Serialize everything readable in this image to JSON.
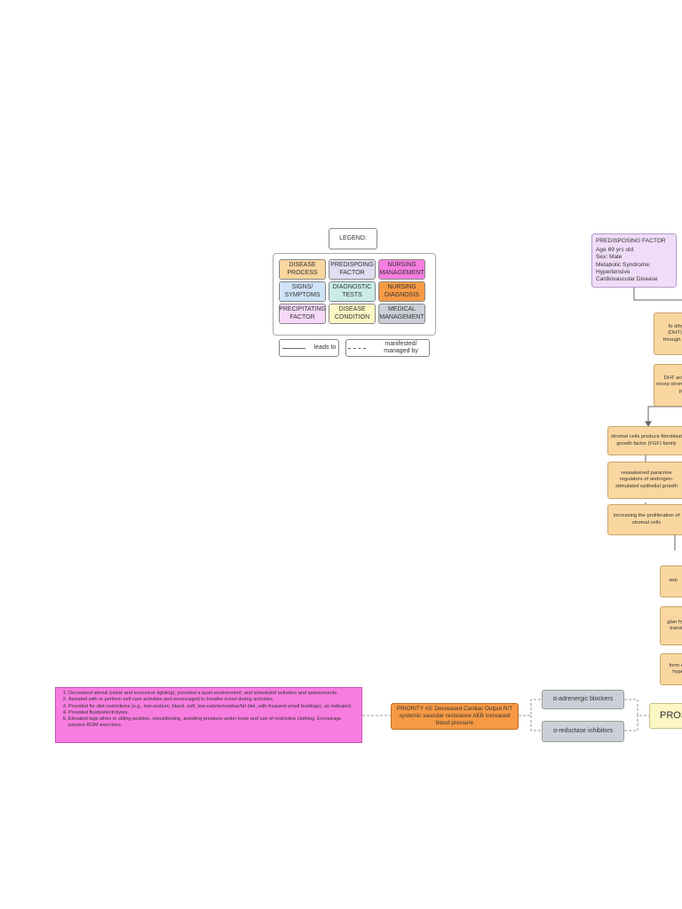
{
  "legend": {
    "title": "LEGEND:",
    "items": [
      {
        "label": "DISEASE PROCESS",
        "color": "#fad7a0"
      },
      {
        "label": "PREDISPOING FACTOR",
        "color": "#e2dcf0"
      },
      {
        "label": "NURSING MANAGEMENT",
        "color": "#f77de0"
      },
      {
        "label": "SIGNS/ SYMPTOMS",
        "color": "#cfe2f7"
      },
      {
        "label": "DIAGNOSTIC TESTS",
        "color": "#c9ede6"
      },
      {
        "label": "NURSING DIAGNOSIS",
        "color": "#f79a45"
      },
      {
        "label": "PRECIPITATING FACTOR",
        "color": "#f5d9f7"
      },
      {
        "label": "DISEASE CONDITION",
        "color": "#fbf6c4"
      },
      {
        "label": "MEDICAL MANAGEMENT",
        "color": "#cbd0d8"
      }
    ],
    "leads_to": "leads to",
    "manifested": "manifested/ managed by"
  },
  "predisposing": {
    "title": "PREDISPOSING FACTOR",
    "lines": [
      "Age 69 yrs old",
      "Sex: Male",
      "Metabolic Syndrome:",
      "Hypertensive",
      "Cardiovascular Disease"
    ]
  },
  "flow": {
    "b1": "fo dihyd (DHT) fr through fo",
    "b2": "DHT activ recep stroma pro",
    "b3": "stromal cells produce fibroblast growth factor (FGF) family",
    "b4": "reawakened paracrine regulators of androgen-stimulated epithelial growth",
    "b5": "increasing the proliferation of stromal cells",
    "b6": "imb",
    "b7": "glan hy transit",
    "b8": "form e hype"
  },
  "condition": "PROS",
  "medical": {
    "alpha_blockers": "α-adrenergic blockers",
    "reductase": "α-reductase inhibitors"
  },
  "priority": "PRIORITY #3: Decreased Cardiac Output R/T systemic vascular resistance AEB increased blood pressure",
  "nursing": [
    "Decreased stimuli (noise and excessive lighting); provided a quiet environment; and scheduled activities and assessments.",
    "Assisted with or perform self care activities and encouraged to breathe in/out during activities.",
    "Provided for diet restrictions (e.g., low-sodium, bland, soft, low-calorie/residue/fat diet, with frequent small feedings), as indicated.",
    "Provided fluids/electrolytes.",
    "Elevated legs when in sitting position, repositioning, avoiding pressure under knee and use of restrictive clothing. Encourage passive ROM exercises."
  ]
}
